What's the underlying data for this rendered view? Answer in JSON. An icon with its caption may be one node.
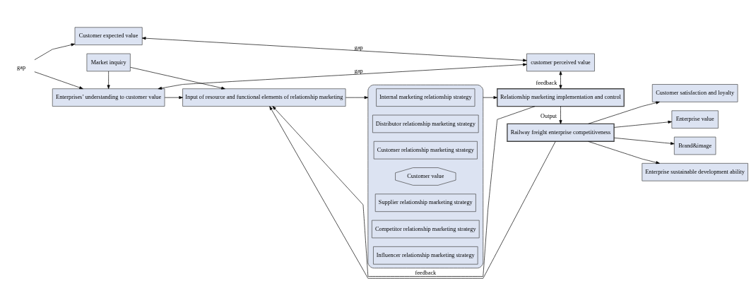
{
  "diagram": {
    "nodes": [
      {
        "text": [
          "Customer expected value"
        ]
      },
      {
        "text": [
          "customer perceived value"
        ]
      },
      {
        "text": [
          "Enterprises’ understanding to customer value"
        ]
      },
      {
        "text": [
          "Market inquiry"
        ]
      },
      {
        "text": [
          "Input of resource and functional elements of relationship marketing"
        ]
      },
      {
        "text": [],
        "shape": "box"
      },
      {
        "text": [
          "Internal marketing relationship strategy"
        ],
        "in": 5
      },
      {
        "text": [
          "Distributor relationship marketing strategy"
        ],
        "in": 5
      },
      {
        "text": [
          "Customer relationship marketing strategy"
        ],
        "in": 5
      },
      {
        "text": [
          "Customer value"
        ],
        "in": 5
      },
      {
        "text": [
          "Supplier relationship marketing strategy"
        ],
        "in": 5
      },
      {
        "text": [
          "Competitor relationship marketing strategy"
        ],
        "in": 5
      },
      {
        "text": [
          "Influencer relationship marketing strategy"
        ],
        "in": 5
      },
      {
        "text": [
          "Relationship marketing implementation and control"
        ]
      },
      {
        "text": [
          "Railway freight enterprise competitiveness"
        ]
      },
      {
        "text": [
          "Customer satisfaction and loyalty"
        ]
      },
      {
        "text": [
          "Enterprise value"
        ]
      },
      {
        "text": [
          "Brand&image"
        ]
      },
      {
        "text": [
          "Enterprise sustainable development ability"
        ]
      },
      {
        "text": [
          "gap"
        ]
      }
    ],
    "edges": [
      {
        "from": 2,
        "to": 1,
        "arrow": "both",
        "label": "gap"
      },
      {
        "from": 19,
        "to": 0,
        "arrow": "to"
      },
      {
        "from": 19,
        "to": 2,
        "arrow": "to"
      },
      {
        "from": 0,
        "to": 1,
        "arrow": "both",
        "label": "gap"
      },
      {
        "from": 13,
        "to": 4,
        "arrow": "to",
        "label": "feedback"
      },
      {
        "from": 1,
        "to": 13,
        "arrow": "both",
        "label": "feedback"
      },
      {
        "from": 3,
        "to": 2,
        "arrow": "to"
      },
      {
        "from": 2,
        "to": 4,
        "arrow": "to"
      },
      {
        "from": 3,
        "to": 4,
        "arrow": "to"
      },
      {
        "from": 4,
        "to": 5,
        "arrow": "to"
      },
      {
        "from": 5,
        "to": 13,
        "arrow": "to"
      },
      {
        "from": 13,
        "to": 14,
        "arrow": "to",
        "label": "Output"
      },
      {
        "from": 14,
        "to": 15,
        "arrow": "to"
      },
      {
        "from": 14,
        "to": 16,
        "arrow": "to"
      },
      {
        "from": 14,
        "to": 17,
        "arrow": "to"
      },
      {
        "from": 14,
        "to": 18,
        "arrow": "to"
      },
      {
        "from": 14,
        "to": 4,
        "arrow": "to"
      }
    ]
  }
}
